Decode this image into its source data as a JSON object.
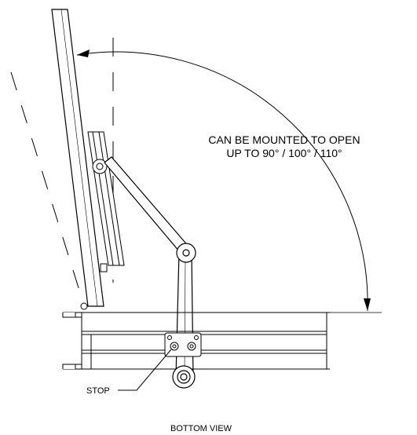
{
  "annotation": {
    "line1": "CAN BE MOUNTED TO OPEN",
    "line2": "UP TO 90° / 100° / 110°"
  },
  "stop_label": "STOP",
  "view_title": "BOTTOM VIEW"
}
